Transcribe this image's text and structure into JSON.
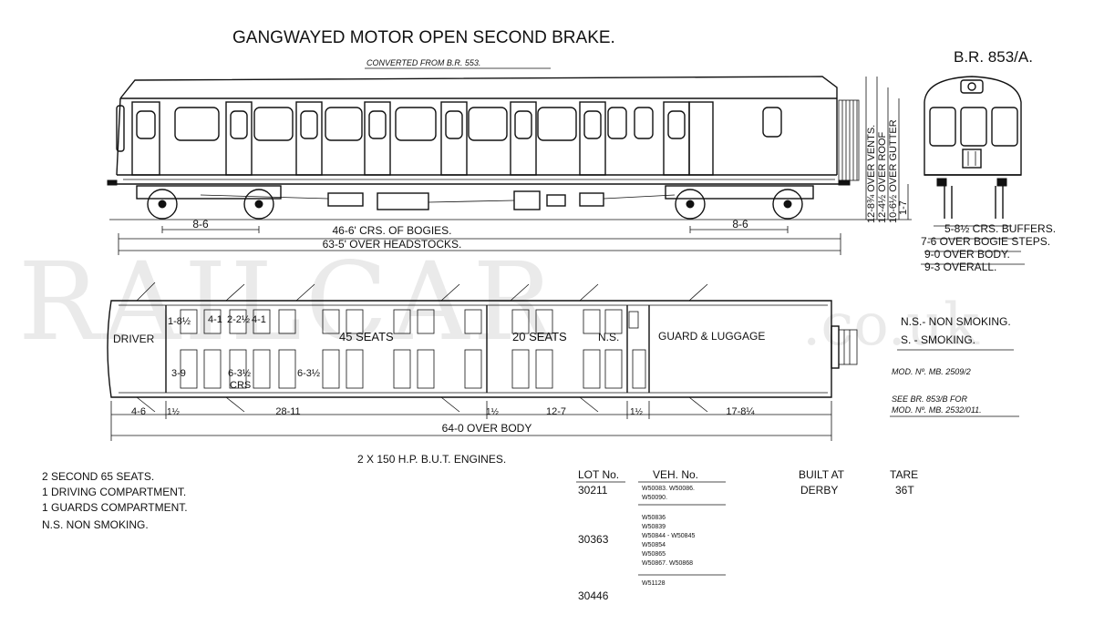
{
  "title": "GANGWAYED MOTOR OPEN SECOND BRAKE.",
  "subtitle": "CONVERTED FROM B.R. 553.",
  "diagram_no": "B.R. 853/A.",
  "watermark": {
    "main": "RAILCAR",
    "suffix": ".co.uk"
  },
  "side": {
    "bogie_centres": "46-6' CRS. OF BOGIES.",
    "over_headstocks": "63-5' OVER HEADSTOCKS.",
    "bogie_wheelbase_left": "8-6",
    "bogie_wheelbase_right": "8-6",
    "height_over_vents": "12-8¾ OVER VENTS.",
    "height_over_roof": "12-4½ OVER ROOF",
    "height_over_gutter": "10-6½ OVER GUTTER",
    "height_floor": "1-7"
  },
  "end": {
    "crs_buffers": "5-8½ CRS. BUFFERS.",
    "over_bogie_steps": "7-6 OVER BOGIE STEPS.",
    "over_body": "9-0 OVER BODY.",
    "overall": "9-3 OVERALL."
  },
  "plan": {
    "driver": "DRIVER",
    "seats_45": "45 SEATS",
    "seats_20": "20 SEATS",
    "ns": "N.S.",
    "guard": "GUARD & LUGGAGE",
    "d_18": "1-8½",
    "d_41a": "4-1",
    "d_22": "2-2½",
    "d_41b": "4-1",
    "d_39": "3-9",
    "d_63a": "6-3½",
    "crs": "CRS",
    "d_63b": "6-3½",
    "d_46": "4-6",
    "d_1a": "1½",
    "d_2811": "28-11",
    "d_1b": "1½",
    "d_127": "12-7",
    "d_1c": "1½",
    "d_178": "17-8¼",
    "over_body": "64-0 OVER BODY"
  },
  "legend": {
    "ns": "N.S.- NON SMOKING.",
    "s": "S. - SMOKING.",
    "mod1": "MOD. Nº. MB. 2509/2",
    "see": "SEE BR. 853/B FOR",
    "mod2": "MOD. Nº. MB. 2532/011."
  },
  "engines": "2 X 150 H.P. B.U.T. ENGINES.",
  "summary": [
    "2 SECOND  65 SEATS.",
    "1 DRIVING  COMPARTMENT.",
    "1 GUARDS  COMPARTMENT.",
    "N.S.   NON  SMOKING."
  ],
  "lots_header": {
    "lot": "LOT No.",
    "veh": "VEH. No.",
    "built": "BUILT AT",
    "tare": "TARE"
  },
  "lots": [
    {
      "lot": "30211",
      "veh": [
        "W50083.  W50086.",
        "W50090."
      ],
      "built": "DERBY",
      "tare": "36T"
    },
    {
      "lot": "30363",
      "veh": [
        "W50836",
        "W50839",
        "W50844 - W50845",
        "W50854",
        "W50865",
        "W50867.  W50868"
      ],
      "built": "",
      "tare": ""
    },
    {
      "lot": "30446",
      "veh": [
        "W51128"
      ],
      "built": "",
      "tare": ""
    }
  ]
}
